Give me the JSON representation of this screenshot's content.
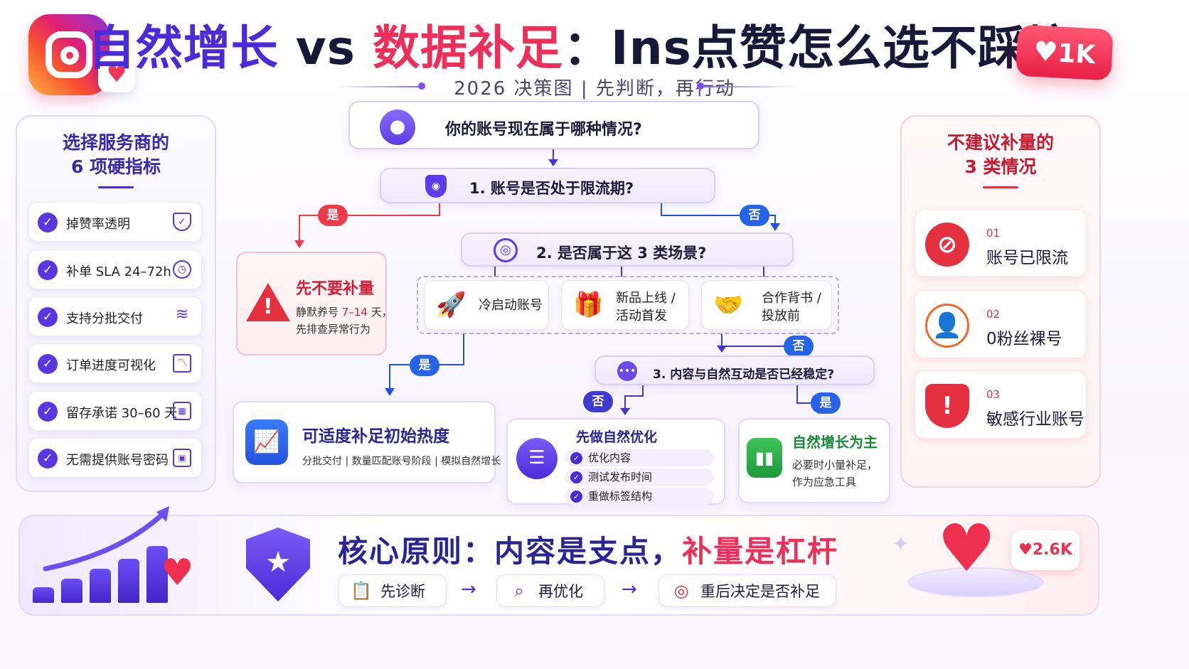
{
  "header": {
    "title_part1": "自然增长",
    "title_vs": " vs ",
    "title_part2": "数据补足",
    "title_part3": "：Ins点赞怎么选不踩坑?",
    "subtitle": "2026 决策图 | 先判断，再行动",
    "badge_likes": "1K"
  },
  "left_panel": {
    "title_line1": "选择服务商的",
    "title_line2": "6 项硬指标",
    "items": [
      {
        "label": "掉赞率透明",
        "icon": "shield-check-icon"
      },
      {
        "label": "补单 SLA 24–72h",
        "icon": "clock-icon"
      },
      {
        "label": "支持分批交付",
        "icon": "layers-icon"
      },
      {
        "label": "订单进度可视化",
        "icon": "monitor-chart-icon"
      },
      {
        "label": "留存承诺 30–60 天",
        "icon": "calendar-icon"
      },
      {
        "label": "无需提供账号密码",
        "icon": "lock-icon"
      }
    ]
  },
  "right_panel": {
    "title_line1": "不建议补量的",
    "title_line2": "3 类情况",
    "items": [
      {
        "num": "01",
        "label": "账号已限流",
        "icon": "ban-icon"
      },
      {
        "num": "02",
        "label": "0粉丝裸号",
        "icon": "user-icon"
      },
      {
        "num": "03",
        "label": "敏感行业账号",
        "icon": "shield-alert-icon"
      }
    ]
  },
  "flow": {
    "start": "你的账号现在属于哪种情况?",
    "q1": "1. 账号是否处于限流期?",
    "q2": "2. 是否属于这 3 类场景?",
    "q3": "3. 内容与自然互动是否已经稳定?",
    "yes": "是",
    "no": "否",
    "scenarios": [
      {
        "line1": "冷启动账号",
        "line2": "",
        "icon": "rocket-icon"
      },
      {
        "line1": "新品上线 /",
        "line2": "活动首发",
        "icon": "gift-icon"
      },
      {
        "line1": "合作背书 /",
        "line2": "投放前",
        "icon": "handshake-icon"
      }
    ],
    "stop": {
      "title": "先不要补量",
      "line1_a": "静默养号 ",
      "line1_b": "7–14",
      "line1_c": " 天，",
      "line2": "先排查异常行为"
    },
    "boost": {
      "title": "可适度补足初始热度",
      "desc": "分批交付 | 数量匹配账号阶段 | 模拟自然增长"
    },
    "optimize": {
      "title": "先做自然优化",
      "items": [
        "优化内容",
        "测试发布时间",
        "重做标签结构"
      ]
    },
    "organic": {
      "title": "自然增长为主",
      "line1": "必要时小量补足，",
      "line2": "作为应急工具"
    }
  },
  "footer": {
    "principle_a": "核心原则：内容是支点，",
    "principle_b": "补量是杠杆",
    "steps": [
      {
        "label": "先诊断",
        "icon": "clipboard-icon"
      },
      {
        "label": "再优化",
        "icon": "search-icon"
      },
      {
        "label": "重后决定是否补足",
        "icon": "target-icon"
      }
    ],
    "badge_likes": "2.6K"
  },
  "colors": {
    "purple": "#4a2bd8",
    "red": "#ee2f5a",
    "blue": "#2563eb",
    "green": "#22a34a"
  }
}
